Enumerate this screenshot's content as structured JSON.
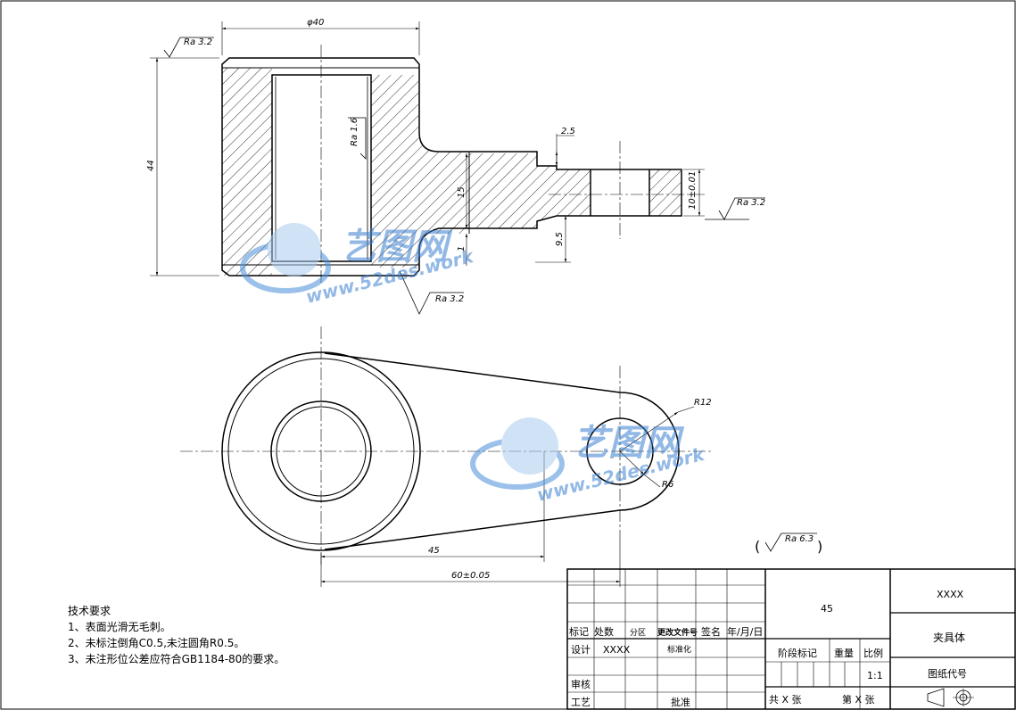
{
  "dimensions": {
    "phi40": "φ40",
    "h44": "44",
    "d2_5": "2.5",
    "d15": "15",
    "d1": "1",
    "d9_5": "9.5",
    "d10": "10±0.01",
    "d45": "45",
    "d60": "60±0.05",
    "r12": "R12",
    "r6": "R6"
  },
  "roughness": {
    "top_left": "Ra 3.2",
    "bore": "Ra 1.6",
    "right": "Ra 3.2",
    "bottom": "Ra 3.2",
    "general": "Ra 6.3"
  },
  "tech_requirements": {
    "title": "技术要求",
    "items": [
      "1、表面光滑无毛刺。",
      "2、未标注倒角C0.5,未注圆角R0.5。",
      "3、未注形位公差应符合GB1184-80的要求。"
    ]
  },
  "title_block": {
    "material": "45",
    "company": "XXXX",
    "part_name": "夹具体",
    "drawing_code_label": "图纸代号",
    "col_mark": "标记",
    "col_count": "处数",
    "col_zone": "分区",
    "col_docno": "更改文件号",
    "col_sign": "签名",
    "col_date": "年/月/日",
    "design": "设计",
    "designer": "XXXX",
    "standardize": "标准化",
    "review": "审核",
    "process": "工艺",
    "approve": "批准",
    "stage_mark": "阶段标记",
    "weight": "重量",
    "scale_label": "比例",
    "scale_value": "1:1",
    "total_sheets": "共 X 张",
    "sheet_no": "第 X 张"
  },
  "watermark": {
    "brand": "艺图网",
    "url": "www.52des.work"
  }
}
